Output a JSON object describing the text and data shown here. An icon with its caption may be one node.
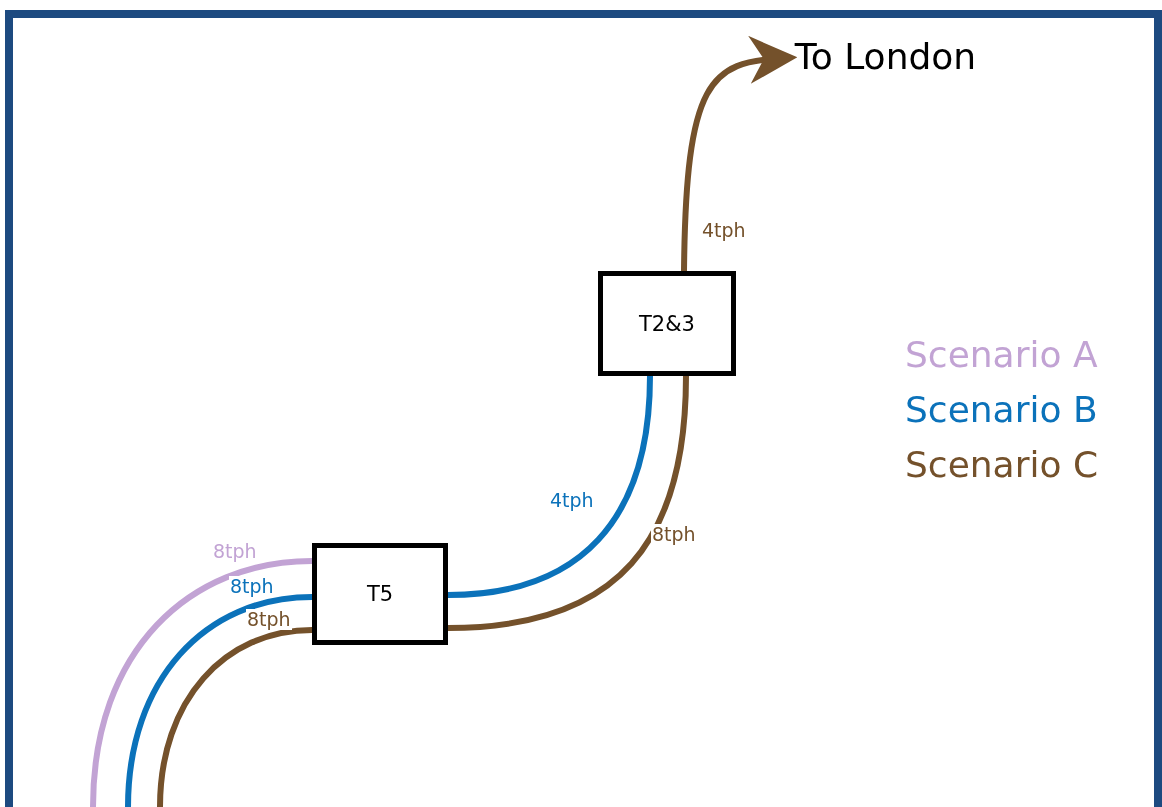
{
  "diagram": {
    "nodes": [
      {
        "text": [
          "T5"
        ]
      },
      {
        "text": [
          "T2&3"
        ]
      },
      {
        "text": [
          "To London"
        ]
      }
    ],
    "edges": [
      {
        "from": null,
        "to": 0,
        "arrow": "none",
        "label": "8tph",
        "color": "#c2a3d4"
      },
      {
        "from": null,
        "to": 0,
        "arrow": "none",
        "label": "8tph",
        "color": "#0b72ba"
      },
      {
        "from": null,
        "to": 0,
        "arrow": "none",
        "label": "8tph"
      },
      {
        "from": 0,
        "to": 1,
        "arrow": "none",
        "label": "4tph",
        "color": "#0b72ba"
      },
      {
        "from": 0,
        "to": 1,
        "arrow": "none",
        "label": "8tph"
      },
      {
        "from": 1,
        "to": 2,
        "arrow": "to",
        "label": "4tph"
      }
    ],
    "legend": [
      {
        "text": "Scenario A",
        "color": "#c2a3d4"
      },
      {
        "text": "Scenario B",
        "color": "#0b72ba"
      },
      {
        "text": "Scenario C",
        "color": "#74512b"
      }
    ]
  }
}
